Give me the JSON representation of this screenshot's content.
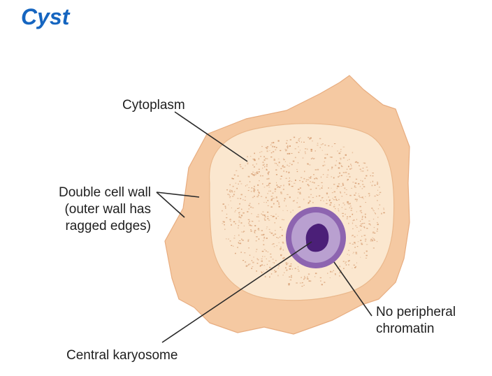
{
  "title": "Cyst",
  "labels": {
    "cytoplasm": "Cytoplasm",
    "cell_wall_line1": "Double cell wall",
    "cell_wall_line2": "(outer wall has",
    "cell_wall_line3": "ragged edges)",
    "chromatin_line1": "No peripheral",
    "chromatin_line2": "chromatin",
    "karyosome": "Central karyosome"
  },
  "colors": {
    "title": "#1565c0",
    "outer_wall": "#f5c9a2",
    "outer_wall_stroke": "#e8ad80",
    "inner_cytoplasm": "#fbe7cf",
    "inner_stroke": "#eab88c",
    "granules": "#d49a6e",
    "nucleus_ring": "#8d64b0",
    "nucleus_inner": "#b9a0d0",
    "karyosome": "#4b1f78",
    "leader_lines": "#2a2a2a"
  }
}
